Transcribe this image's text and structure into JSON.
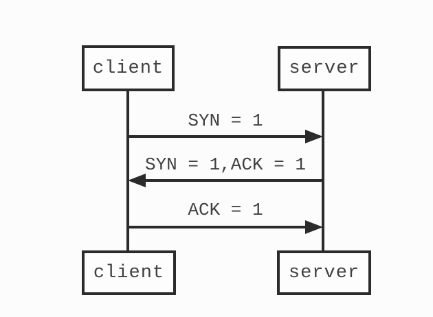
{
  "diagram": {
    "description": "TCP three-way handshake sequence diagram",
    "actors": {
      "client_top": "client",
      "server_top": "server",
      "client_bottom": "client",
      "server_bottom": "server"
    },
    "messages": [
      {
        "label": "SYN = 1",
        "from": "client",
        "to": "server",
        "direction": "right"
      },
      {
        "label": "SYN = 1,ACK = 1",
        "from": "server",
        "to": "client",
        "direction": "left"
      },
      {
        "label": "ACK = 1",
        "from": "client",
        "to": "server",
        "direction": "right"
      }
    ],
    "colors": {
      "line": "#2b2b2b",
      "text": "#414141",
      "background": "#fcfcfc",
      "box_fill": "#fdfdfd"
    }
  }
}
